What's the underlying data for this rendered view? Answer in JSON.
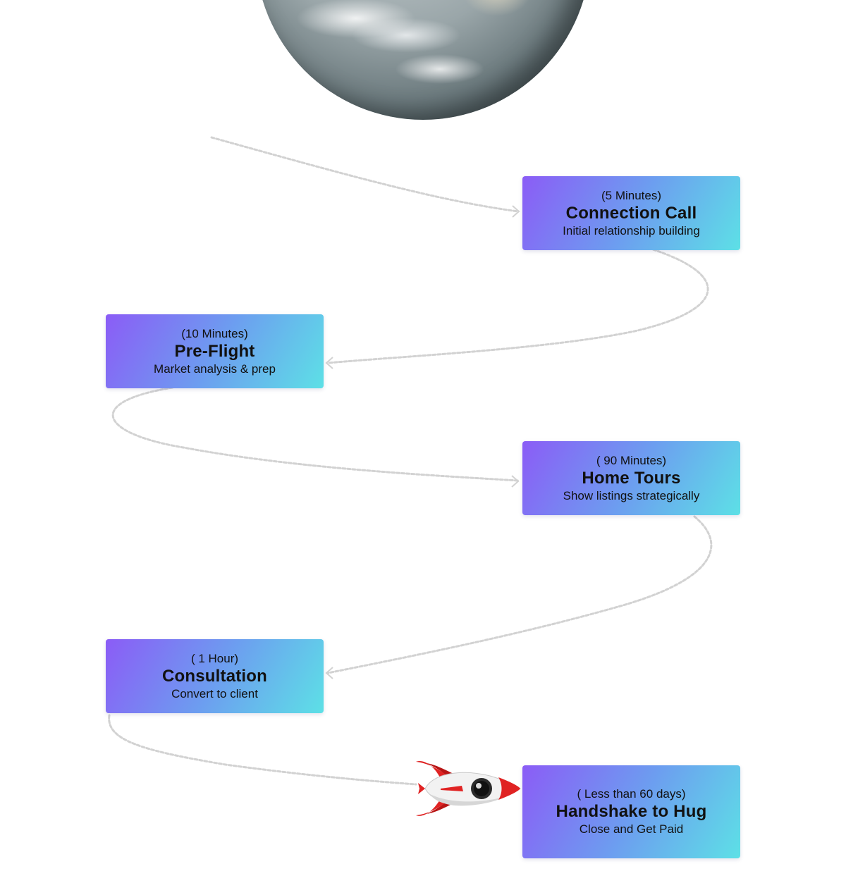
{
  "steps": [
    {
      "duration": "(5 Minutes)",
      "title": "Connection Call",
      "desc": "Initial relationship building"
    },
    {
      "duration": "(10 Minutes)",
      "title": "Pre-Flight",
      "desc": "Market analysis & prep"
    },
    {
      "duration": "( 90 Minutes)",
      "title": "Home Tours",
      "desc": "Show listings strategically"
    },
    {
      "duration": "( 1 Hour)",
      "title": "Consultation",
      "desc": "Convert to client"
    },
    {
      "duration": "( Less than 60 days)",
      "title": "Handshake to Hug",
      "desc": "Close and Get Paid"
    }
  ],
  "colors": {
    "card_gradient_start": "#8b5cf6",
    "card_gradient_mid": "#6d9cf0",
    "card_gradient_end": "#5de0e6",
    "rocket_red": "#e02323",
    "rocket_body": "#f2f2f2"
  },
  "icons": [
    "earth-globe-image",
    "rocket-icon",
    "dotted-path-arrow-icon"
  ]
}
